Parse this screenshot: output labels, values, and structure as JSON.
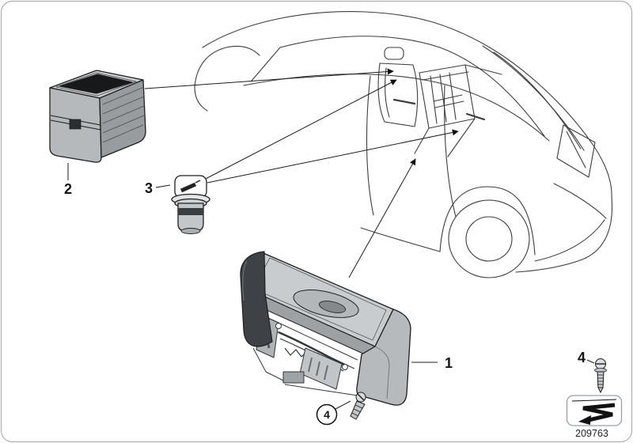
{
  "callouts": {
    "armrest_console": {
      "label": "1"
    },
    "ashtray_insert": {
      "label": "2"
    },
    "cigarette_lighter": {
      "label": "3"
    },
    "fillister_screw": {
      "label": "4"
    }
  },
  "legend": {
    "screw_item_label": "4"
  },
  "part_number": "209763",
  "colors": {
    "outline": "#3d3d3d",
    "part_dark": "#3e4246",
    "part_light": "#c9ccce",
    "accent_black": "#111111"
  }
}
